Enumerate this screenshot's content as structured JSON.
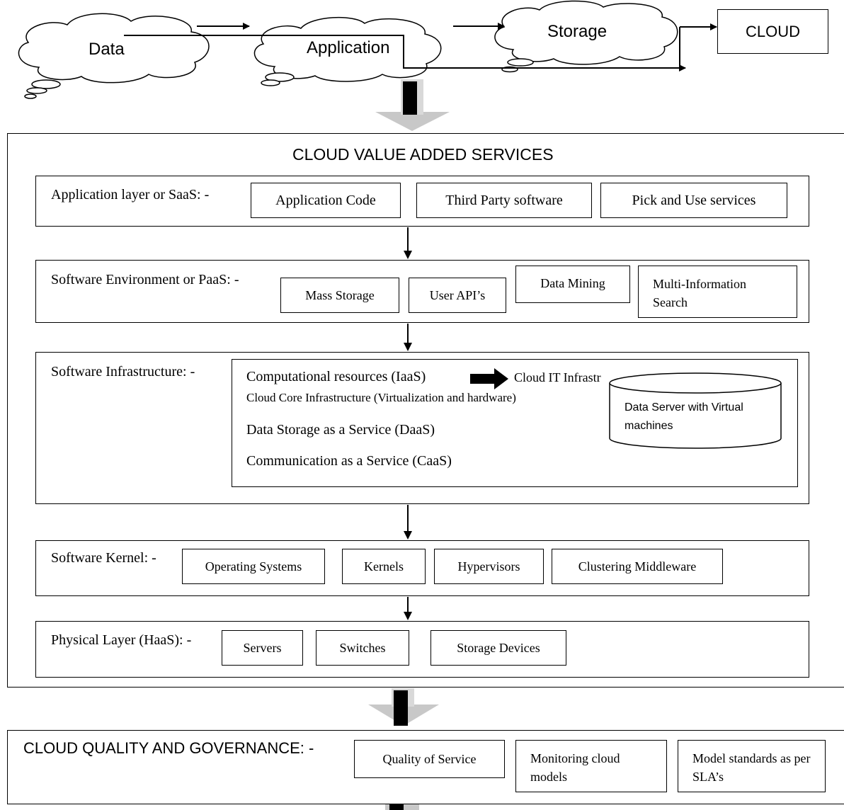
{
  "flow": {
    "data": "Data",
    "application": "Application",
    "storage": "Storage",
    "cloud": "CLOUD"
  },
  "value_added": {
    "title": "CLOUD VALUE ADDED SERVICES",
    "saas": {
      "label": "Application layer or SaaS: -",
      "items": [
        "Application Code",
        "Third Party software",
        "Pick and Use services"
      ]
    },
    "paas": {
      "label": "Software Environment or PaaS: -",
      "items": [
        "Mass Storage",
        "User API’s",
        "Data Mining",
        "Multi-Information Search"
      ]
    },
    "infra": {
      "label": "Software Infrastructure: -",
      "line1": "Computational resources (IaaS)",
      "line1b": "Cloud IT Infrastr",
      "line1c": "...",
      "line2": "Cloud Core Infrastructure (Virtualization and hardware)",
      "line3": "Data Storage as a Service (DaaS)",
      "line4": "Communication as a Service (CaaS)",
      "db": "Data Server with Virtual machines"
    },
    "kernel": {
      "label": "Software Kernel: -",
      "items": [
        "Operating Systems",
        "Kernels",
        "Hypervisors",
        "Clustering Middleware"
      ]
    },
    "physical": {
      "label": "Physical Layer (HaaS): -",
      "items": [
        "Servers",
        "Switches",
        "Storage Devices"
      ]
    }
  },
  "governance": {
    "title": "CLOUD QUALITY AND GOVERNANCE: -",
    "items": [
      "Quality of Service",
      "Monitoring cloud models",
      "Model standards as per SLA’s"
    ]
  }
}
